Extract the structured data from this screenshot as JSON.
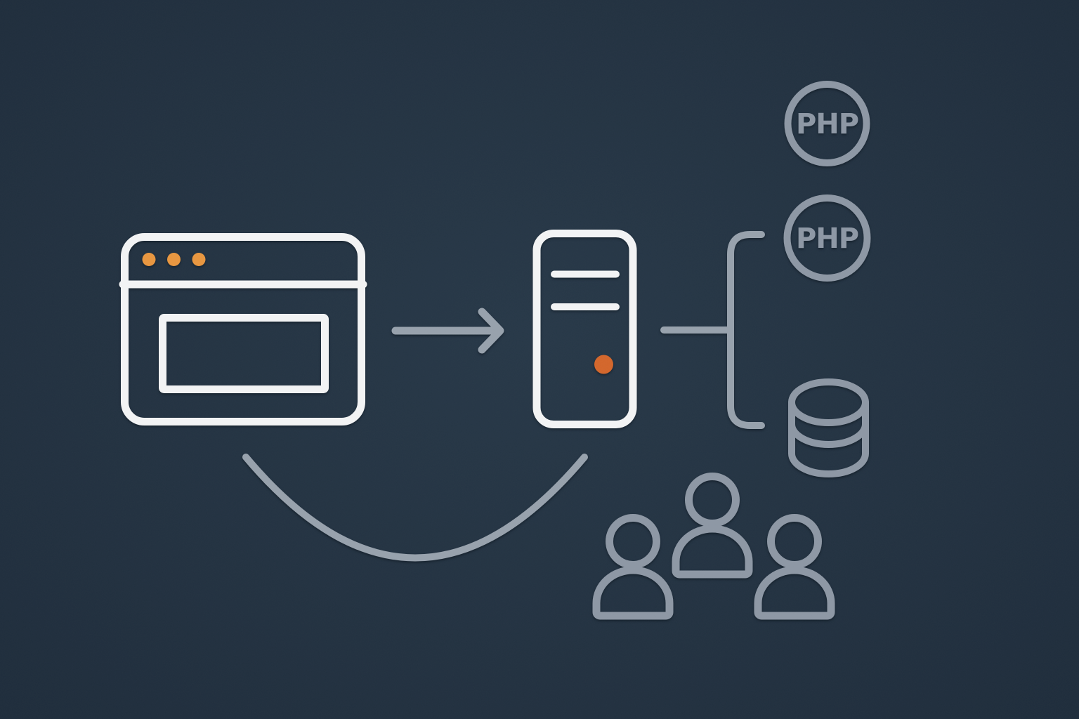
{
  "colors": {
    "bg_center": "#273848",
    "bg_edge": "#1E2C3B",
    "white": "#F2F3F4",
    "gray": "#97A1AC",
    "gray_soft": "#8D97A4",
    "orange": "#E8963F",
    "orange_deep": "#D3662B"
  },
  "diagram": {
    "php_badge_top": {
      "label": "PHP"
    },
    "php_badge_middle": {
      "label": "PHP"
    },
    "icons": {
      "browser": "browser-window-icon",
      "arrow": "arrow-right-icon",
      "server": "server-tower-icon",
      "fork": "fork-connector-line",
      "database": "database-icon",
      "users": "users-group-icon",
      "response_arc": "response-arc-line"
    }
  }
}
